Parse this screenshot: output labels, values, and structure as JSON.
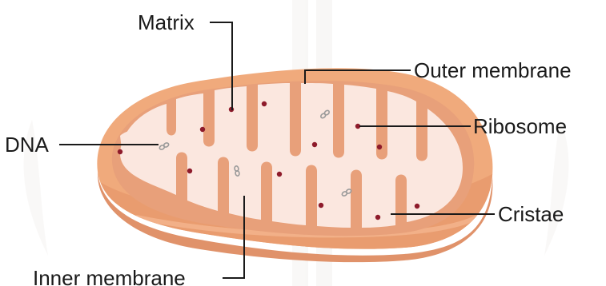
{
  "diagram": {
    "labels": {
      "matrix": "Matrix",
      "outer_membrane": "Outer membrane",
      "ribosome": "Ribosome",
      "dna": "DNA",
      "cristae": "Cristae",
      "inner_membrane": "Inner membrane"
    },
    "colors": {
      "outer_membrane": "#f0aa7c",
      "outer_membrane_shadow": "#e39566",
      "inner_membrane": "#e8a07a",
      "matrix": "#fbe7df",
      "ribosome": "#8e1b2b",
      "label_text": "#1a1a1a"
    }
  }
}
